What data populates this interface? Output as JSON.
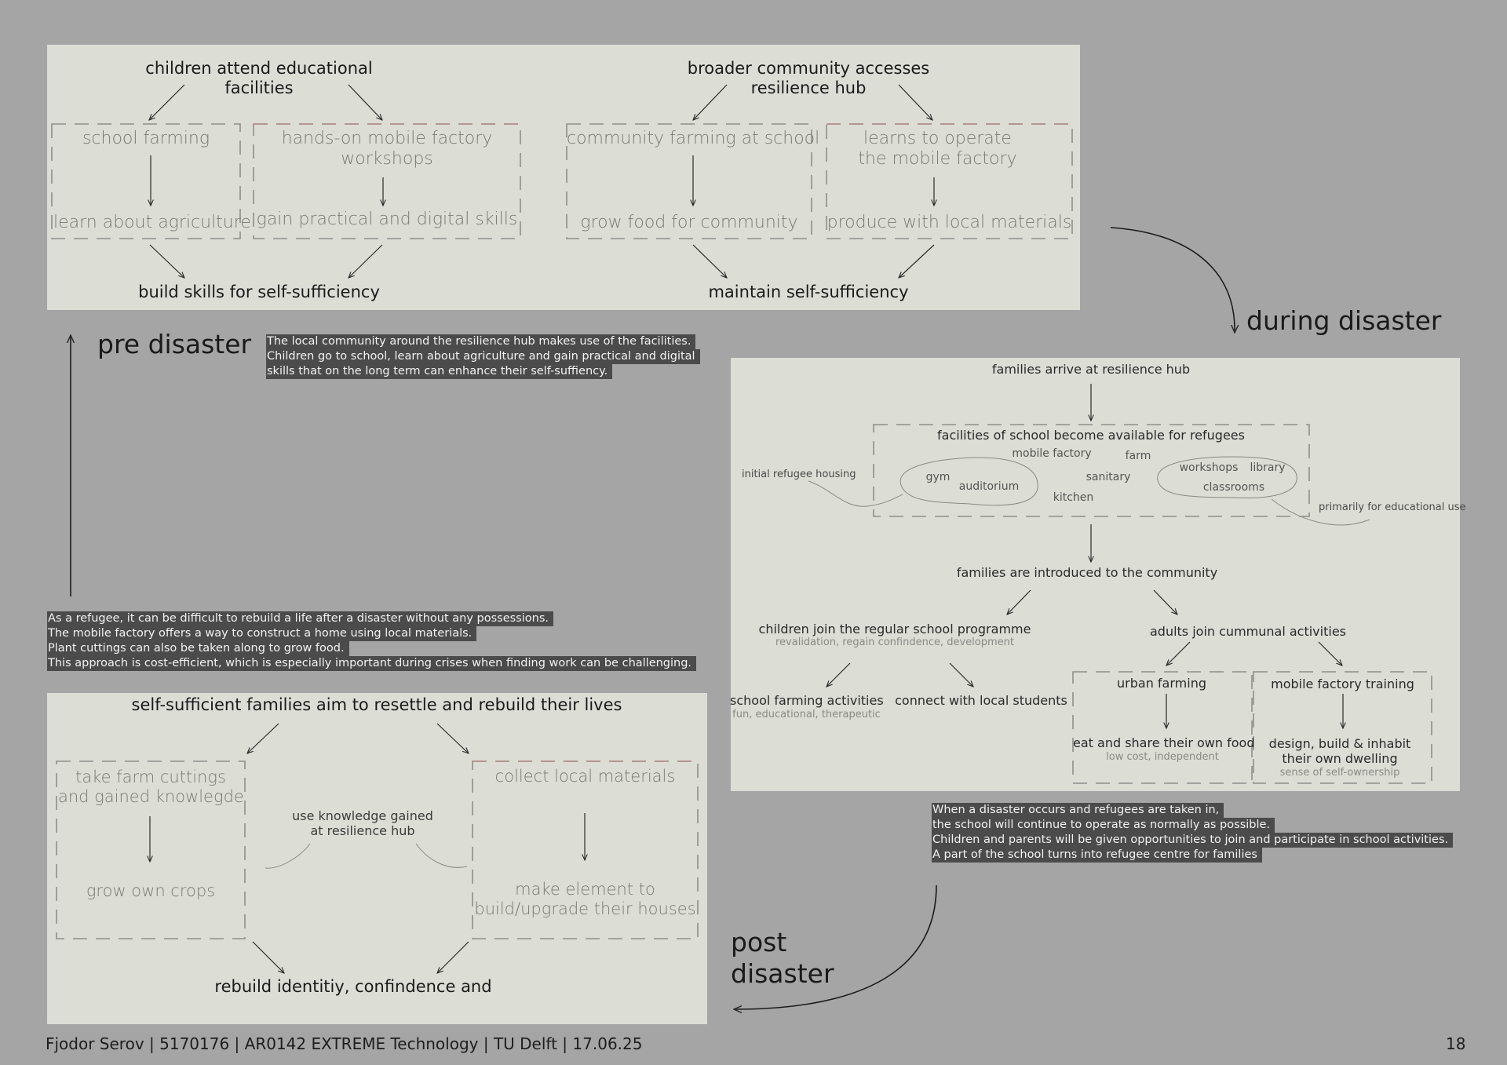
{
  "pre": {
    "col1_head": "children attend educational\nfacilities",
    "col2_head": "broader community accesses\nresilience hub",
    "box1_top": "school farming",
    "box1_bottom": "learn about agriculture",
    "box2_top": "hands-on mobile factory\nworkshops",
    "box2_bottom": "gain practical and digital skills",
    "box3_top": "community farming at school",
    "box3_bottom": "grow food for community",
    "box4_top": "learns to operate\nthe mobile factory",
    "box4_bottom": "produce with local materials",
    "result1": "build skills for self-sufficiency",
    "result2": "maintain self-sufficiency"
  },
  "phases": {
    "pre": "pre disaster",
    "during": "during disaster",
    "post": "post\ndisaster"
  },
  "notes": {
    "pre": [
      "The local community around the resilience hub makes use of the facilities.",
      "Children go to school, learn about agriculture and gain practical and digital",
      "skills that on the long term can enhance their self-suffiency."
    ],
    "post": [
      "As a refugee, it can be difficult to rebuild a life after a disaster without any possessions.",
      "The mobile factory offers a way to construct a home using local materials.",
      "Plant cuttings can also be taken along to grow food.",
      "This approach is cost-efficient, which is especially important during crises when finding work can be challenging."
    ],
    "during": [
      "When a disaster occurs and refugees are taken in,",
      "the school will continue to operate as normally as possible.",
      "Children and parents will be given opportunities to join and participate in school activities.",
      "A part of the school turns into refugee centre for families"
    ]
  },
  "during": {
    "arrive": "families arrive at resilience hub",
    "facilities_head": "facilities of school become available for refugees",
    "mobile_factory": "mobile factory",
    "farm": "farm",
    "gym": "gym",
    "auditorium": "auditorium",
    "sanitary": "sanitary",
    "kitchen": "kitchen",
    "workshops": "workshops",
    "library": "library",
    "classrooms": "classrooms",
    "initial_housing": "initial refugee housing",
    "edu_use": "primarily for educational use",
    "introduced": "families are introduced to the community",
    "children_join": "children join the regular school programme",
    "children_sub": "revalidation, regain confindence, development",
    "adults_join": "adults join cummunal activities",
    "school_farming": "school farming activities",
    "school_farming_sub": "fun, educational,  therapeutic",
    "connect": "connect with local students",
    "urban_farming": "urban farming",
    "eat_share": "eat and share their own food",
    "eat_share_sub": "low cost, independent",
    "mf_training": "mobile factory training",
    "design_build": "design, build & inhabit\ntheir own dwelling",
    "design_sub": "sense of self-ownership"
  },
  "post": {
    "head": "self-sufficient families aim to resettle and rebuild their lives",
    "left_top": "take farm cuttings\nand gained knowlegde",
    "left_bottom": "grow own crops",
    "middle": "use knowledge gained\nat resilience hub",
    "right_top": "collect local materials",
    "right_bottom": "make element to\nbuild/upgrade their houses",
    "result": "rebuild identitiy, confindence and"
  },
  "footer": {
    "credit": "Fjodor Serov | 5170176 | AR0142 EXTREME Technology | TU Delft | 17.06.25",
    "page": "18"
  },
  "colors": {
    "background": "#a5a5a6",
    "panel": "#dcddd5",
    "dash": "#8f8f8b",
    "dash_accent": "#b38a86",
    "note_bg": "#4b4b4b"
  }
}
